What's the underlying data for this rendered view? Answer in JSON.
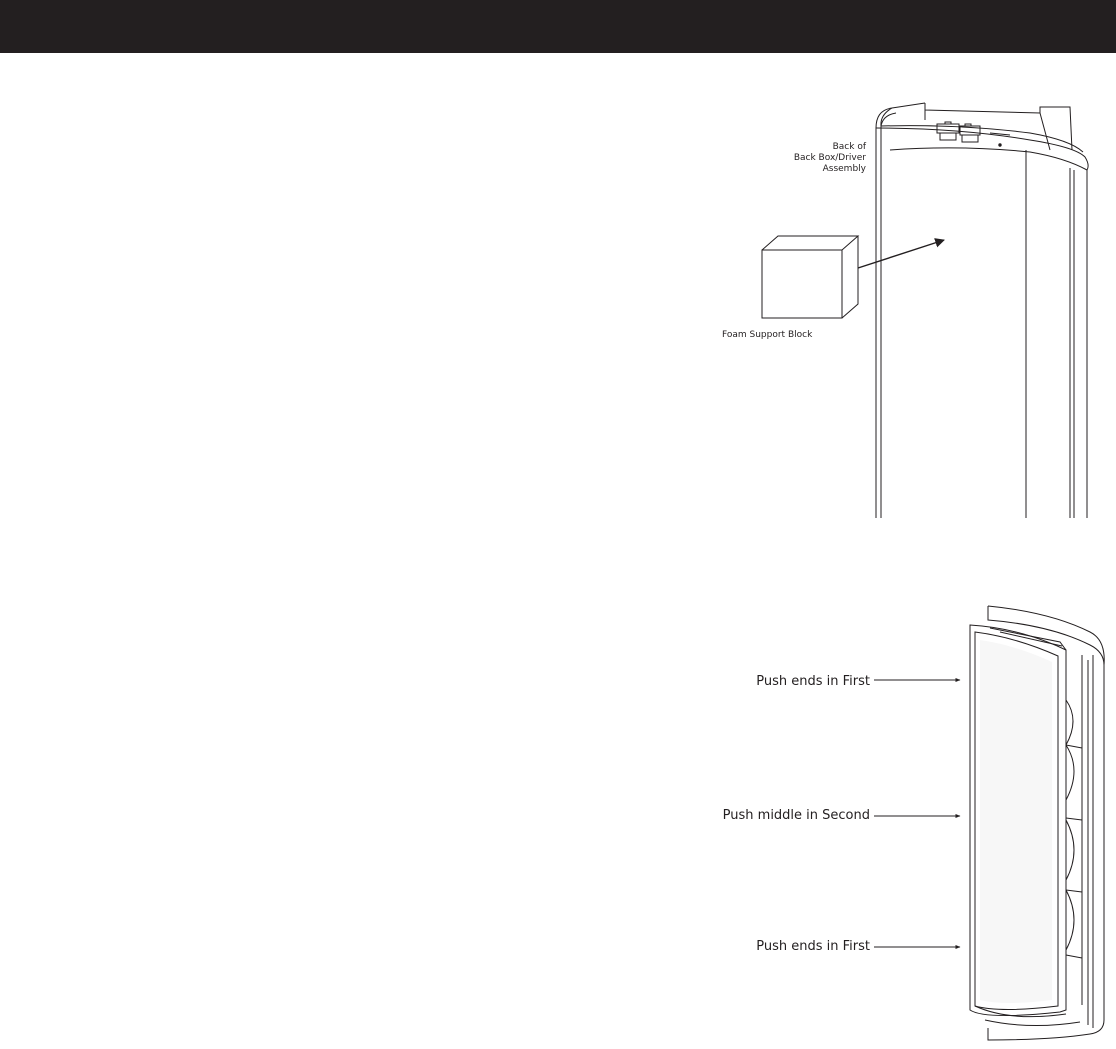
{
  "figure_top": {
    "back_label_lines": [
      "Back of",
      "Back Box/Driver",
      "Assembly"
    ],
    "foam_label": "Foam Support Block"
  },
  "figure_bottom": {
    "push_labels": [
      "Push ends in First",
      "Push middle in Second",
      "Push ends in First"
    ]
  },
  "colors": {
    "header": "#231f20",
    "ink": "#231f20",
    "panel_shade": "#ececec"
  }
}
